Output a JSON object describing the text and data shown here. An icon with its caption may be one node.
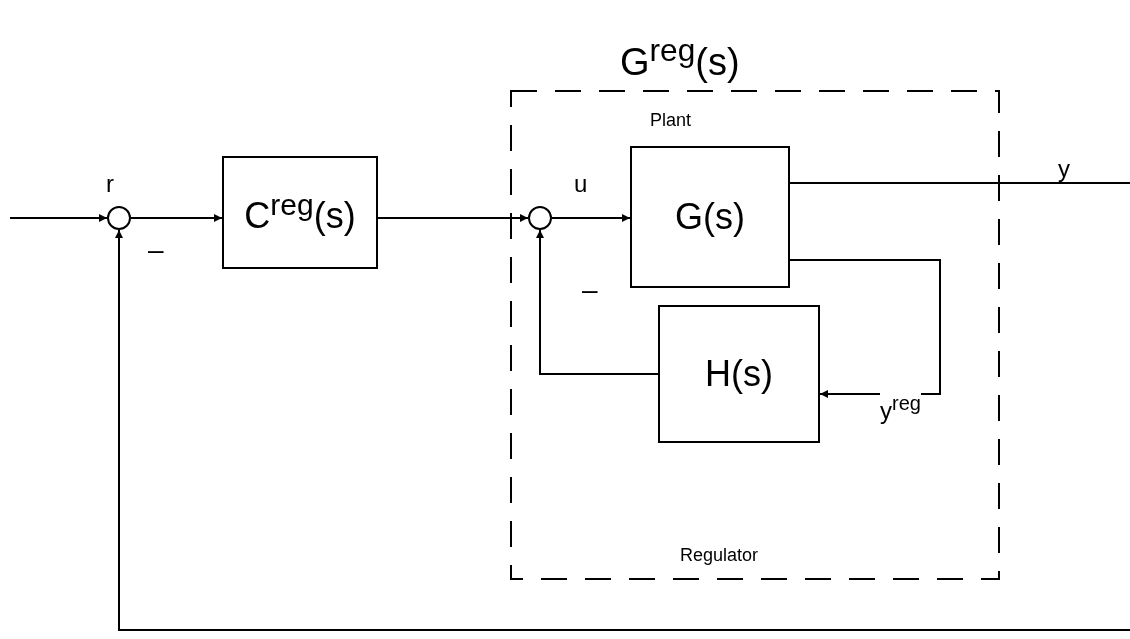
{
  "diagram": {
    "nodes": [
      {
        "text": [],
        "shape": "circle"
      },
      {
        "text": [
          "C$^{reg}$(s)"
        ]
      },
      {
        "text": [
          "G$^{reg}$(s)"
        ]
      },
      {
        "text": [],
        "shape": "circle",
        "in": 2
      },
      {
        "text": [
          "G(s)"
        ],
        "in": 2,
        "beside": [
          "Plant"
        ]
      },
      {
        "text": [
          "H(s)"
        ],
        "in": 2
      }
    ],
    "edges": [
      {
        "from": null,
        "to": 0,
        "arrow": "to",
        "label": "r"
      },
      {
        "from": 0,
        "to": 1,
        "arrow": "to"
      },
      {
        "from": 1,
        "to": 3,
        "arrow": "to"
      },
      {
        "from": 3,
        "to": 4,
        "arrow": "to",
        "label": "u"
      },
      {
        "from": 4,
        "to": null,
        "arrow": "none",
        "label": "y"
      },
      {
        "from": 4,
        "to": 5,
        "arrow": "to",
        "label": "y$^{reg}$"
      },
      {
        "from": 5,
        "to": 3,
        "arrow": "to"
      },
      {
        "from": null,
        "to": 0,
        "arrow": "to"
      }
    ],
    "labels": [
      "–",
      "–",
      "Regulator"
    ]
  }
}
